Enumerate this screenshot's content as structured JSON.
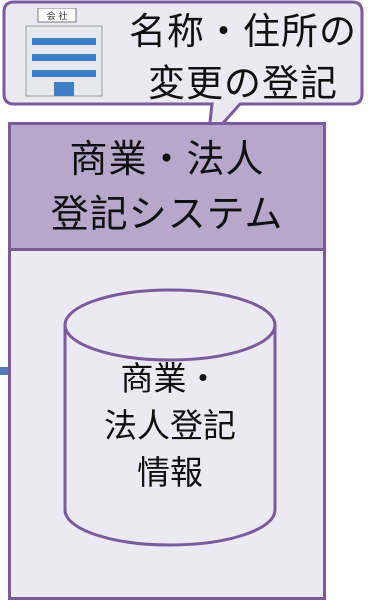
{
  "bubble": {
    "line1": "名称・住所の",
    "line2": "変更の登記",
    "building_label": "会 社"
  },
  "system": {
    "line1": "商業・法人",
    "line2": "登記システム"
  },
  "database": {
    "line1": "商業・",
    "line2": "法人登記",
    "line3": "情報"
  },
  "colors": {
    "panel_border": "#7b5a9d",
    "panel_header": "#b6a7cb",
    "panel_body": "#ecebf3",
    "bubble_fill": "#ebe9f1",
    "db_fill": "#ebe9f1",
    "connector": "#4f7ab4",
    "building_window": "#3f7fc7"
  }
}
